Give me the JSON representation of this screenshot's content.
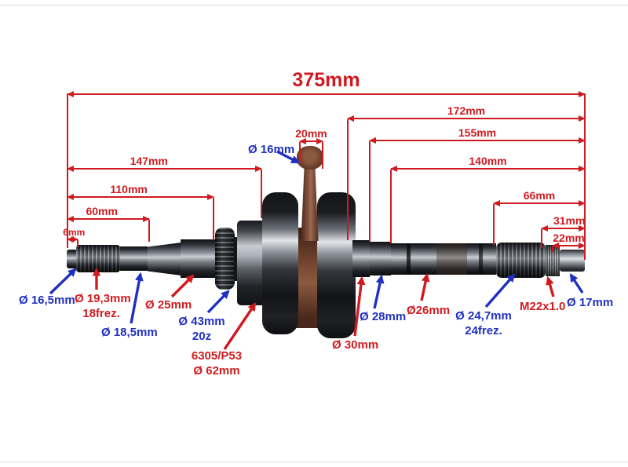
{
  "dims": {
    "total": "375mm",
    "right1": "172mm",
    "right2": "155mm",
    "right3": "140mm",
    "right4": "66mm",
    "right5": "31mm",
    "right6": "22mm",
    "left1": "147mm",
    "left2": "110mm",
    "left3": "60mm",
    "left4": "6mm",
    "pin_width": "20mm"
  },
  "callouts": {
    "pin_dia": "Ø 16mm",
    "left_stub": "Ø 16,5mm",
    "left_spline_dia": "Ø 19,3mm",
    "left_spline_teeth": "18frez.",
    "left_shaft": "Ø 18,5mm",
    "left_taper": "Ø 25mm",
    "gear_dia": "Ø 43mm",
    "gear_teeth": "20z",
    "bearing_code": "6305/P53",
    "bearing_dia": "Ø 62mm",
    "right_seat30": "Ø 30mm",
    "right_seat28": "Ø 28mm",
    "right_seat26": "Ø26mm",
    "right_spline_dia": "Ø 24,7mm",
    "right_spline_teeth": "24frez.",
    "thread": "M22x1.0",
    "right_stub": "Ø 17mm"
  },
  "colors": {
    "dimension_red": "#cf1b20",
    "callout_blue": "#2030c0"
  }
}
